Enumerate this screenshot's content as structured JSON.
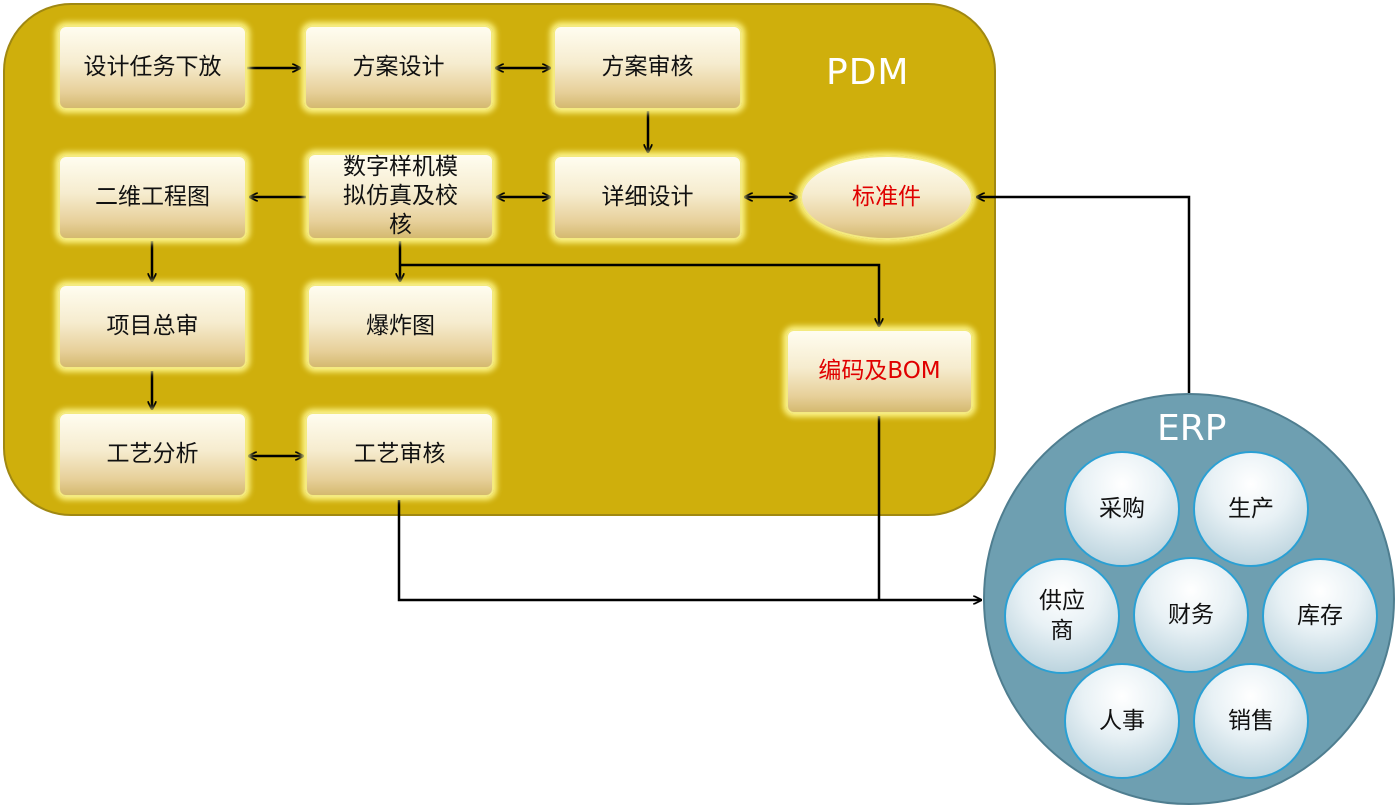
{
  "pdm": {
    "label": "PDM",
    "steps": {
      "task_release": "设计任务下放",
      "scheme_design": "方案设计",
      "scheme_review": "方案审核",
      "drawing_2d": "二维工程图",
      "digital_prototype": "数字样机模拟仿真及校核",
      "detail_design": "详细设计",
      "standard_parts": "标准件",
      "project_review": "项目总审",
      "exploded_view": "爆炸图",
      "coding_bom": "编码及BOM",
      "process_analysis": "工艺分析",
      "process_review": "工艺审核"
    }
  },
  "erp": {
    "label": "ERP",
    "modules": {
      "procurement": "采购",
      "production": "生产",
      "supplier": "供应商",
      "finance": "财务",
      "inventory": "库存",
      "hr": "人事",
      "sales": "销售"
    }
  },
  "colors": {
    "pdm_panel": "#cfaf0c",
    "erp_circle": "#6e9fb1",
    "highlight_text": "#e00000",
    "module_border": "#2aa0d4"
  }
}
